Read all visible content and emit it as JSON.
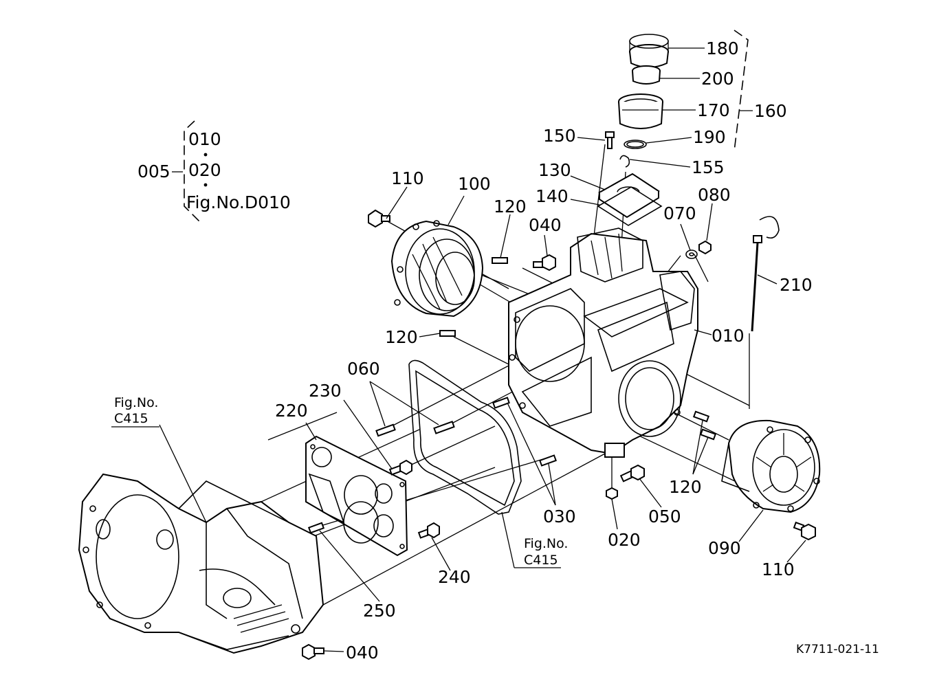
{
  "diagram": {
    "drawing_code": "K7711-021-11",
    "group": {
      "id": "005",
      "items": [
        "010",
        "020"
      ],
      "ref": "Fig.No.D010"
    },
    "callouts": {
      "p180": "180",
      "p200": "200",
      "p170": "170",
      "p160": "160",
      "p190": "190",
      "p155": "155",
      "p150": "150",
      "p130": "130",
      "p140": "140",
      "p110_top": "110",
      "p100": "100",
      "p120_top": "120",
      "p040_top": "040",
      "p070": "070",
      "p080": "080",
      "p210": "210",
      "p010": "010",
      "p120_mid": "120",
      "p060": "060",
      "p230": "230",
      "p220": "220",
      "p030": "030",
      "p050": "050",
      "p020": "020",
      "p120_right": "120",
      "p090": "090",
      "p110_right": "110",
      "p240": "240",
      "p250": "250",
      "p040_bottom": "040"
    },
    "refs": {
      "left_line1": "Fig.No.",
      "left_line2": "C415",
      "mid_line1": "Fig.No.",
      "mid_line2": "C415"
    }
  }
}
